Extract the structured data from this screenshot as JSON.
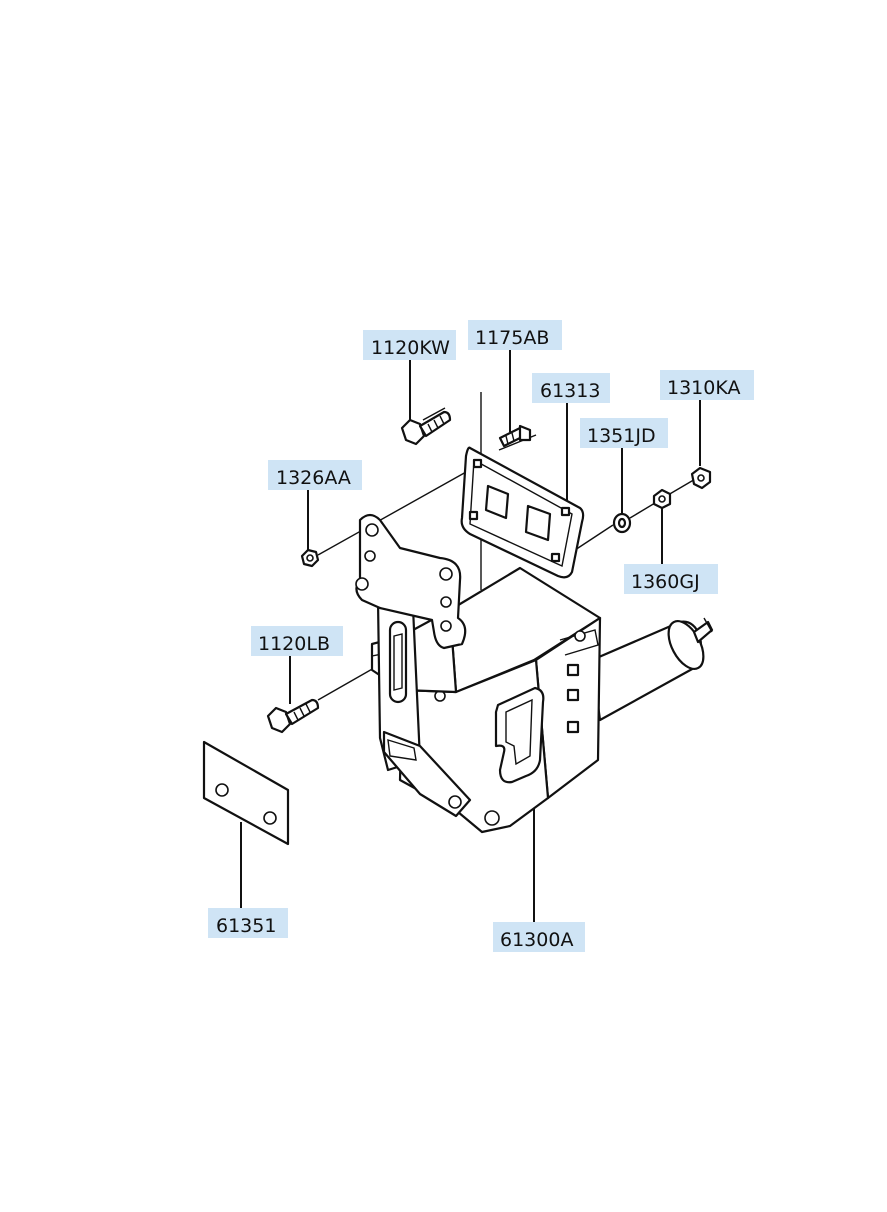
{
  "labels": {
    "l1120KW": "1120KW",
    "l1175AB": "1175AB",
    "l61313": "61313",
    "l1310KA": "1310KA",
    "l1351JD": "1351JD",
    "l1326AA": "1326AA",
    "l1360GJ": "1360GJ",
    "l1120LB": "1120LB",
    "l61351": "61351",
    "l61300A": "61300A"
  },
  "colors": {
    "label_background": "#cfe4f5",
    "line": "#111111"
  }
}
